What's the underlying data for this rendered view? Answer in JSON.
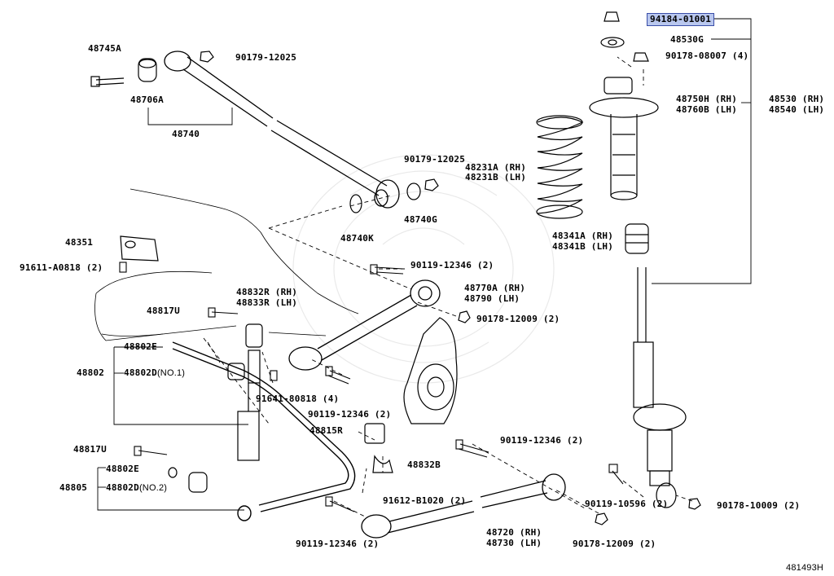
{
  "labels": {
    "p94184": "94184-01001",
    "p48530g": "48530G",
    "p90178_08007": "90178-08007 (4)",
    "p48750h": "48750H (RH)",
    "p48760b": "48760B (LH)",
    "p48530": "48530 (RH)",
    "p48540": "48540 (LH)",
    "p48745a": "48745A",
    "p90179_12025a": "90179-12025",
    "p48706a": "48706A",
    "p48740": "48740",
    "p90179_12025b": "90179-12025",
    "p48231a": "48231A (RH)",
    "p48231b": "48231B (LH)",
    "p48740g": "48740G",
    "p48740k": "48740K",
    "p48341a": "48341A (RH)",
    "p48341b": "48341B (LH)",
    "p48351": "48351",
    "p91611": "91611-A0818 (2)",
    "p90119_12346a": "90119-12346 (2)",
    "p48832r": "48832R (RH)",
    "p48833r": "48833R (LH)",
    "p48770a": "48770A (RH)",
    "p48790": "48790 (LH)",
    "p48817u_a": "48817U",
    "p90178_12009a": "90178-12009 (2)",
    "p48802e_a": "48802E",
    "p48802": "48802",
    "p48802d1": "48802D",
    "p48802d1_note": "(NO.1)",
    "p91641": "91641-80818 (4)",
    "p90119_12346b": "90119-12346 (2)",
    "p48815r": "48815R",
    "p90119_12346c": "90119-12346 (2)",
    "p48817u_b": "48817U",
    "p48832b": "48832B",
    "p48802e_b": "48802E",
    "p48805": "48805",
    "p48802d2": "48802D",
    "p48802d2_note": "(NO.2)",
    "p90119_10596": "90119-10596 (2)",
    "p90178_10009": "90178-10009 (2)",
    "p91612": "91612-B1020 (2)",
    "p48720": "48720 (RH)",
    "p48730": "48730 (LH)",
    "p90119_12346d": "90119-12346 (2)",
    "p90178_12009b": "90178-12009 (2)",
    "figure_id": "481493H"
  },
  "highlight_color": "#b9c7ee"
}
